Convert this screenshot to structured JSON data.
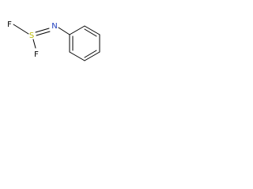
{
  "diagram": {
    "atoms": {
      "f1": {
        "label": "F",
        "color": "#000000"
      },
      "s": {
        "label": "S",
        "color": "#b8b800"
      },
      "f2": {
        "label": "F",
        "color": "#000000"
      },
      "n": {
        "label": "N",
        "color": "#1f3fbf"
      }
    },
    "bond_color": "#000000"
  }
}
